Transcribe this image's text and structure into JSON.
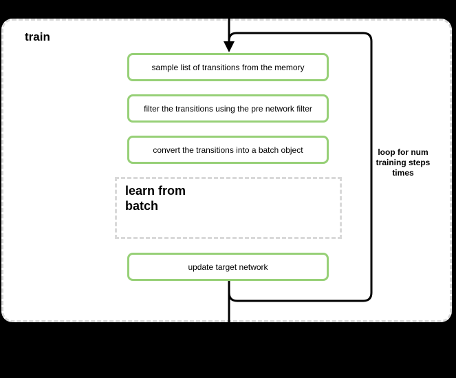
{
  "colors": {
    "background": "#000000",
    "container_border": "#D9D9D9",
    "node_border": "#97D077",
    "line": "#000000",
    "text": "#000000"
  },
  "diagram": {
    "title": "train",
    "steps": [
      "sample list of transitions from the memory",
      "filter the transitions using the pre network filter",
      "convert the transitions into a batch object"
    ],
    "subprocess": "learn from batch",
    "final_step": "update target network",
    "loop_annotation": "loop for num training steps times"
  }
}
